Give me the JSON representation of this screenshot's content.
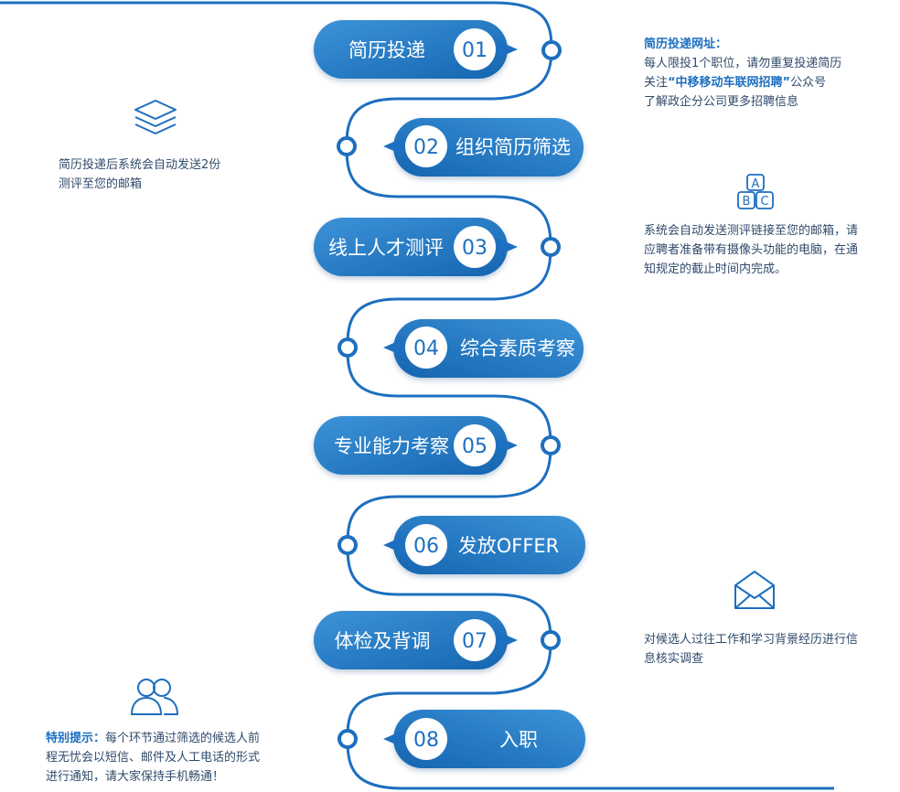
{
  "colors": {
    "accent": "#1d6fbf",
    "pill_light": "#3d93d8",
    "pill_dark": "#1565b0",
    "line": "#1d6fbf",
    "text": "#2f4a6b"
  },
  "steps": [
    {
      "num": "01",
      "label": "简历投递"
    },
    {
      "num": "02",
      "label": "组织简历筛选"
    },
    {
      "num": "03",
      "label": "线上人才测评"
    },
    {
      "num": "04",
      "label": "综合素质考察"
    },
    {
      "num": "05",
      "label": "专业能力考察"
    },
    {
      "num": "06",
      "label": "发放OFFER"
    },
    {
      "num": "07",
      "label": "体检及背调"
    },
    {
      "num": "08",
      "label": "入职"
    }
  ],
  "notes": {
    "apply": {
      "title": "简历投递网址：",
      "line1": "每人限投1个职位，请勿重复投递简历",
      "line2_pre": "关注",
      "line2_bold": "“中移移动车联网招聘”",
      "line2_post": "公众号",
      "line3": "了解政企分公司更多招聘信息"
    },
    "assessment_email": {
      "line1": "简历投递后系统会自动发送2份",
      "line2": "测评至您的邮箱"
    },
    "online_test": {
      "line1": "系统会自动发送测评链接至您的邮箱，请",
      "line2": "应聘者准备带有摄像头功能的电脑，在通",
      "line3": "知规定的截止时间内完成。"
    },
    "background": {
      "line1": "对候选人过往工作和学习背景经历进行信",
      "line2": "息核实调查"
    },
    "tip": {
      "label": "特别提示：",
      "line1": "每个环节通过筛选的候选人前",
      "line2": "程无忧会以短信、邮件及人工电话的形式",
      "line3": "进行通知，请大家保持手机畅通！"
    }
  },
  "icons": {
    "layers": "layers-icon",
    "abc": "abc-blocks-icon",
    "abc_letters": [
      "A",
      "B",
      "C"
    ],
    "mail": "envelope-icon",
    "users": "users-icon"
  }
}
